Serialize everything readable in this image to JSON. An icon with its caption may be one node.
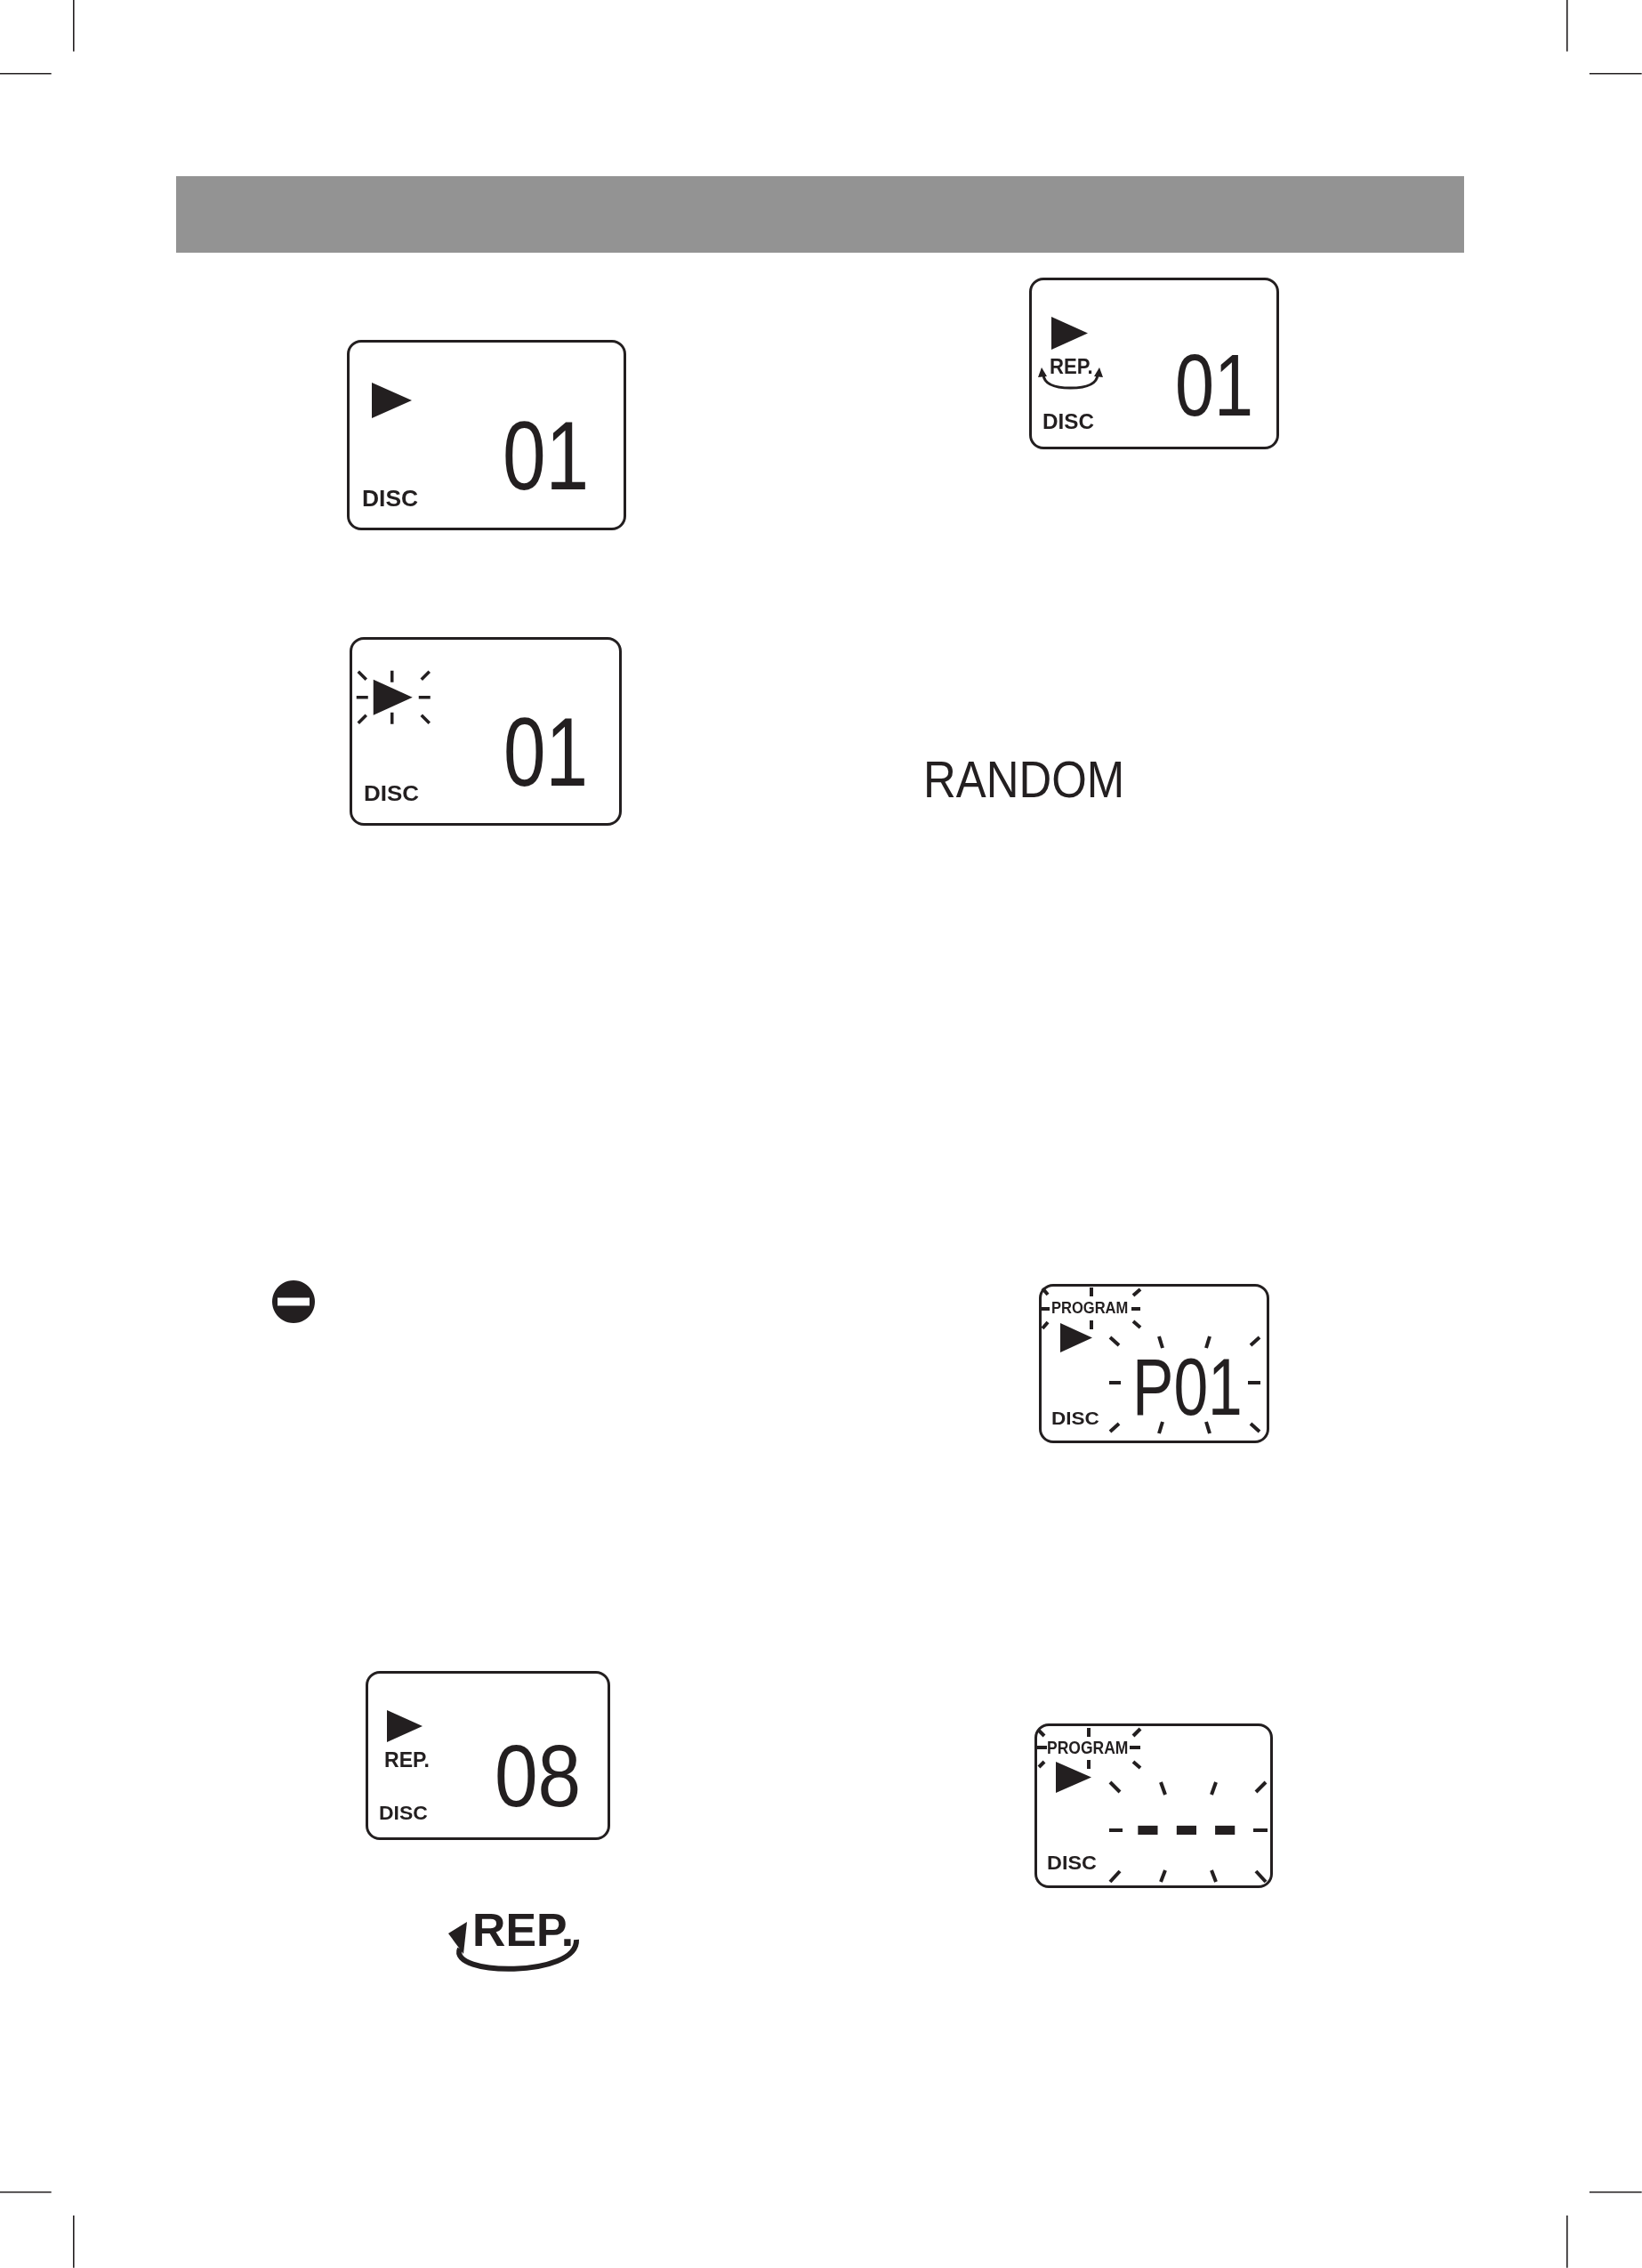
{
  "diagram": {
    "nodes": [
      {
        "text": [
          "01",
          "DISC"
        ]
      },
      {
        "text": [
          "01",
          "DISC"
        ]
      },
      {
        "text": [
          "REP.",
          "08",
          "DISC"
        ]
      },
      {
        "text": [
          "REP.",
          "01",
          "DISC"
        ]
      },
      {
        "text": [
          "PROGRAM",
          "P01",
          "DISC"
        ]
      },
      {
        "text": [
          "PROGRAM",
          "---",
          "DISC"
        ]
      }
    ],
    "labels": [
      "REP.",
      "RANDOM"
    ]
  }
}
